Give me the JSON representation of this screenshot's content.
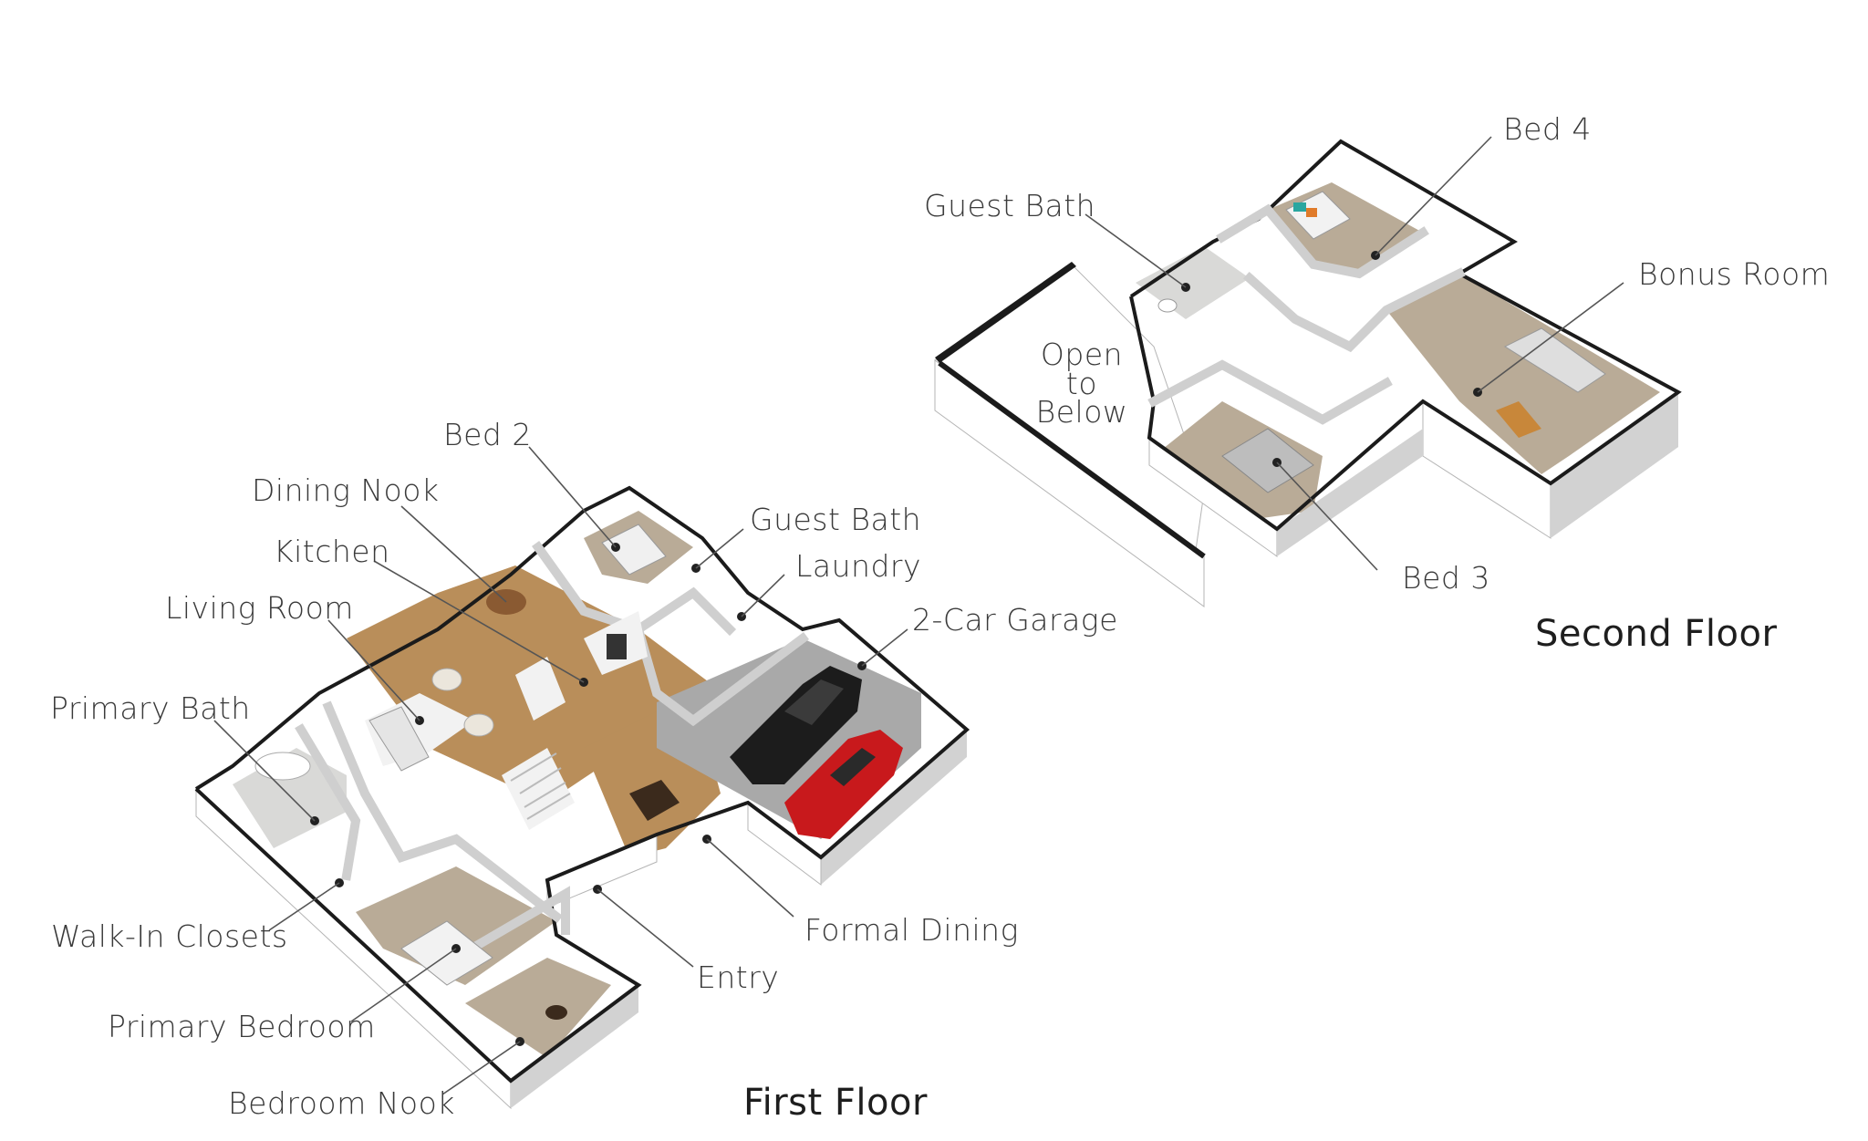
{
  "floors": {
    "first": {
      "title": "First Floor"
    },
    "second": {
      "title": "Second Floor"
    }
  },
  "first_floor_labels": {
    "bed2": "Bed 2",
    "dining_nook": "Dining Nook",
    "kitchen": "Kitchen",
    "living_room": "Living Room",
    "primary_bath": "Primary Bath",
    "walk_in_closets": "Walk-In Closets",
    "primary_bedroom": "Primary Bedroom",
    "bedroom_nook": "Bedroom Nook",
    "guest_bath": "Guest Bath",
    "laundry": "Laundry",
    "garage": "2-Car Garage",
    "formal_dining": "Formal Dining",
    "entry": "Entry"
  },
  "second_floor_labels": {
    "guest_bath": "Guest Bath",
    "bed4": "Bed 4",
    "bonus_room": "Bonus Room",
    "bed3": "Bed 3",
    "open_to_below_1": "Open",
    "open_to_below_2": "to",
    "open_to_below_3": "Below"
  },
  "colors": {
    "wall_top": "#1b1b1b",
    "wall_side": "#ffffff",
    "wood_floor": "#b98e5a",
    "carpet_floor": "#b9ab97",
    "tile_floor": "#d9d9d7",
    "garage_floor": "#a9a9a9",
    "label_text": "#3a3a3a",
    "car_red": "#c8191c",
    "car_black": "#1c1c1c"
  }
}
